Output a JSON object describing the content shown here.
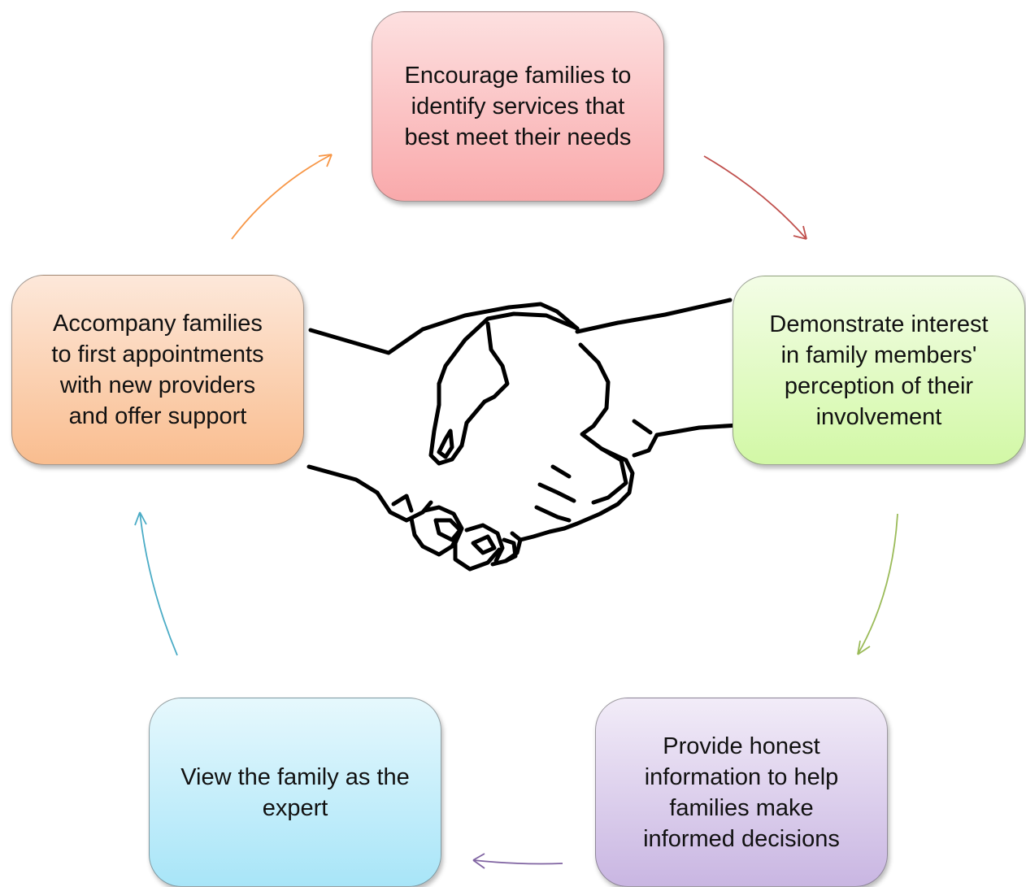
{
  "diagram": {
    "nodes": [
      {
        "id": "top",
        "text": "Encourage families to\nidentify services that\nbest meet their needs",
        "color_top": "#fde0e0",
        "color_bottom": "#f9a9ab"
      },
      {
        "id": "right",
        "text": "Demonstrate interest\nin family members'\nperception of their\ninvolvement",
        "color_top": "#f3fde6",
        "color_bottom": "#d2f8a6"
      },
      {
        "id": "bottom-right",
        "text": "Provide honest\ninformation to help\nfamilies make\ninformed decisions",
        "color_top": "#f2ecf8",
        "color_bottom": "#c9b6e2"
      },
      {
        "id": "bottom-left",
        "text": "View the family as the\nexpert",
        "color_top": "#e6f8fd",
        "color_bottom": "#a8e5f8"
      },
      {
        "id": "left",
        "text": "Accompany families\nto first appointments\nwith new providers\nand offer support",
        "color_top": "#fde8da",
        "color_bottom": "#f9bd8f"
      }
    ],
    "arrow_colors": {
      "top_to_right": "#c0504d",
      "right_to_bottom_right": "#9bbb59",
      "bottom_right_to_bottom_left": "#8064a2",
      "bottom_left_to_left": "#4bacc6",
      "left_to_top": "#f79646"
    },
    "center_image": "handshake-icon"
  }
}
